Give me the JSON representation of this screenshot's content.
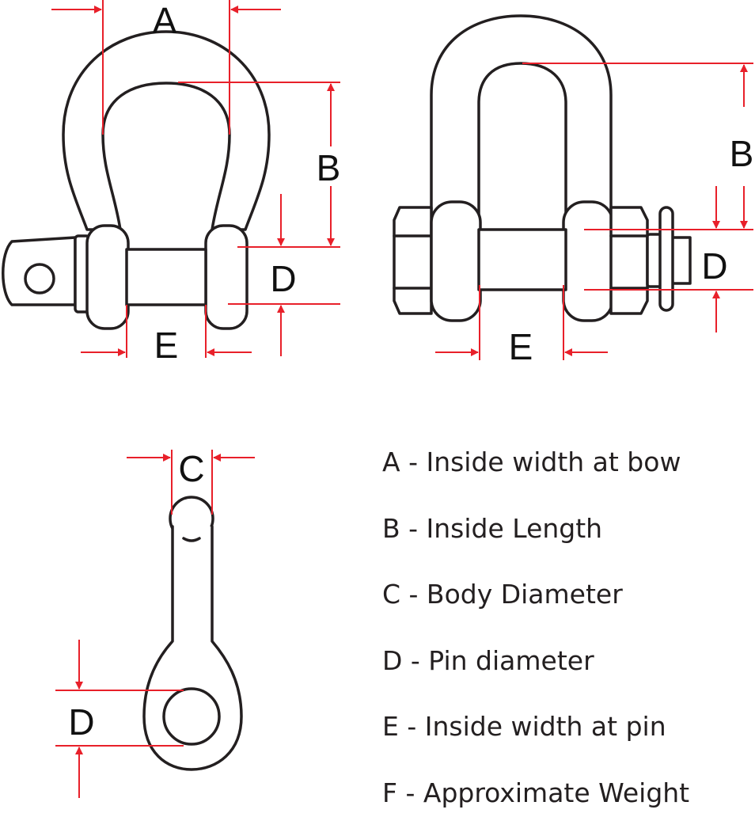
{
  "labels": {
    "a": "A",
    "b": "B",
    "c": "C",
    "d": "D",
    "e": "E"
  },
  "legend": [
    "A - Inside width at bow",
    "B - Inside Length",
    "C - Body Diameter",
    "D - Pin diameter",
    "E - Inside width at pin",
    "F - Approximate Weight"
  ],
  "colors": {
    "outline": "#231f20",
    "dimension_line": "#e8202a",
    "background": "#ffffff"
  }
}
